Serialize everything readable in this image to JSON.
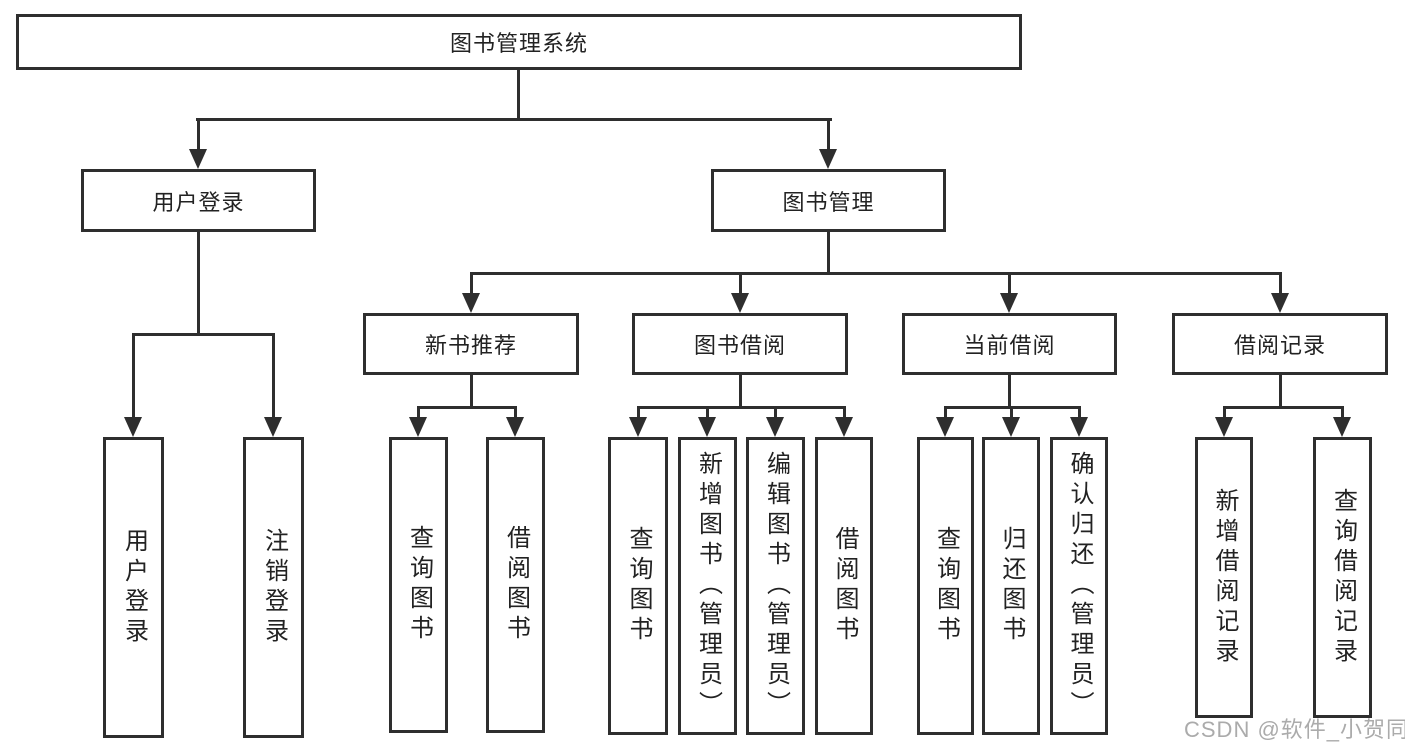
{
  "tree": {
    "label": "图书管理系统",
    "children": [
      {
        "label": "用户登录",
        "children": [
          {
            "label": "用户登录"
          },
          {
            "label": "注销登录"
          }
        ]
      },
      {
        "label": "图书管理",
        "children": [
          {
            "label": "新书推荐",
            "children": [
              {
                "label": "查询图书"
              },
              {
                "label": "借阅图书"
              }
            ]
          },
          {
            "label": "图书借阅",
            "children": [
              {
                "label": "查询图书"
              },
              {
                "label": "新增图书（管理员）"
              },
              {
                "label": "编辑图书（管理员）"
              },
              {
                "label": "借阅图书"
              }
            ]
          },
          {
            "label": "当前借阅",
            "children": [
              {
                "label": "查询图书"
              },
              {
                "label": "归还图书"
              },
              {
                "label": "确认归还（管理员）"
              }
            ]
          },
          {
            "label": "借阅记录",
            "children": [
              {
                "label": "新增借阅记录"
              },
              {
                "label": "查询借阅记录"
              }
            ]
          }
        ]
      }
    ]
  },
  "watermark": "CSDN @软件_小贺同学",
  "colors": {
    "line": "#2e2e2e",
    "text": "#222222",
    "watermark": "#ababab"
  }
}
